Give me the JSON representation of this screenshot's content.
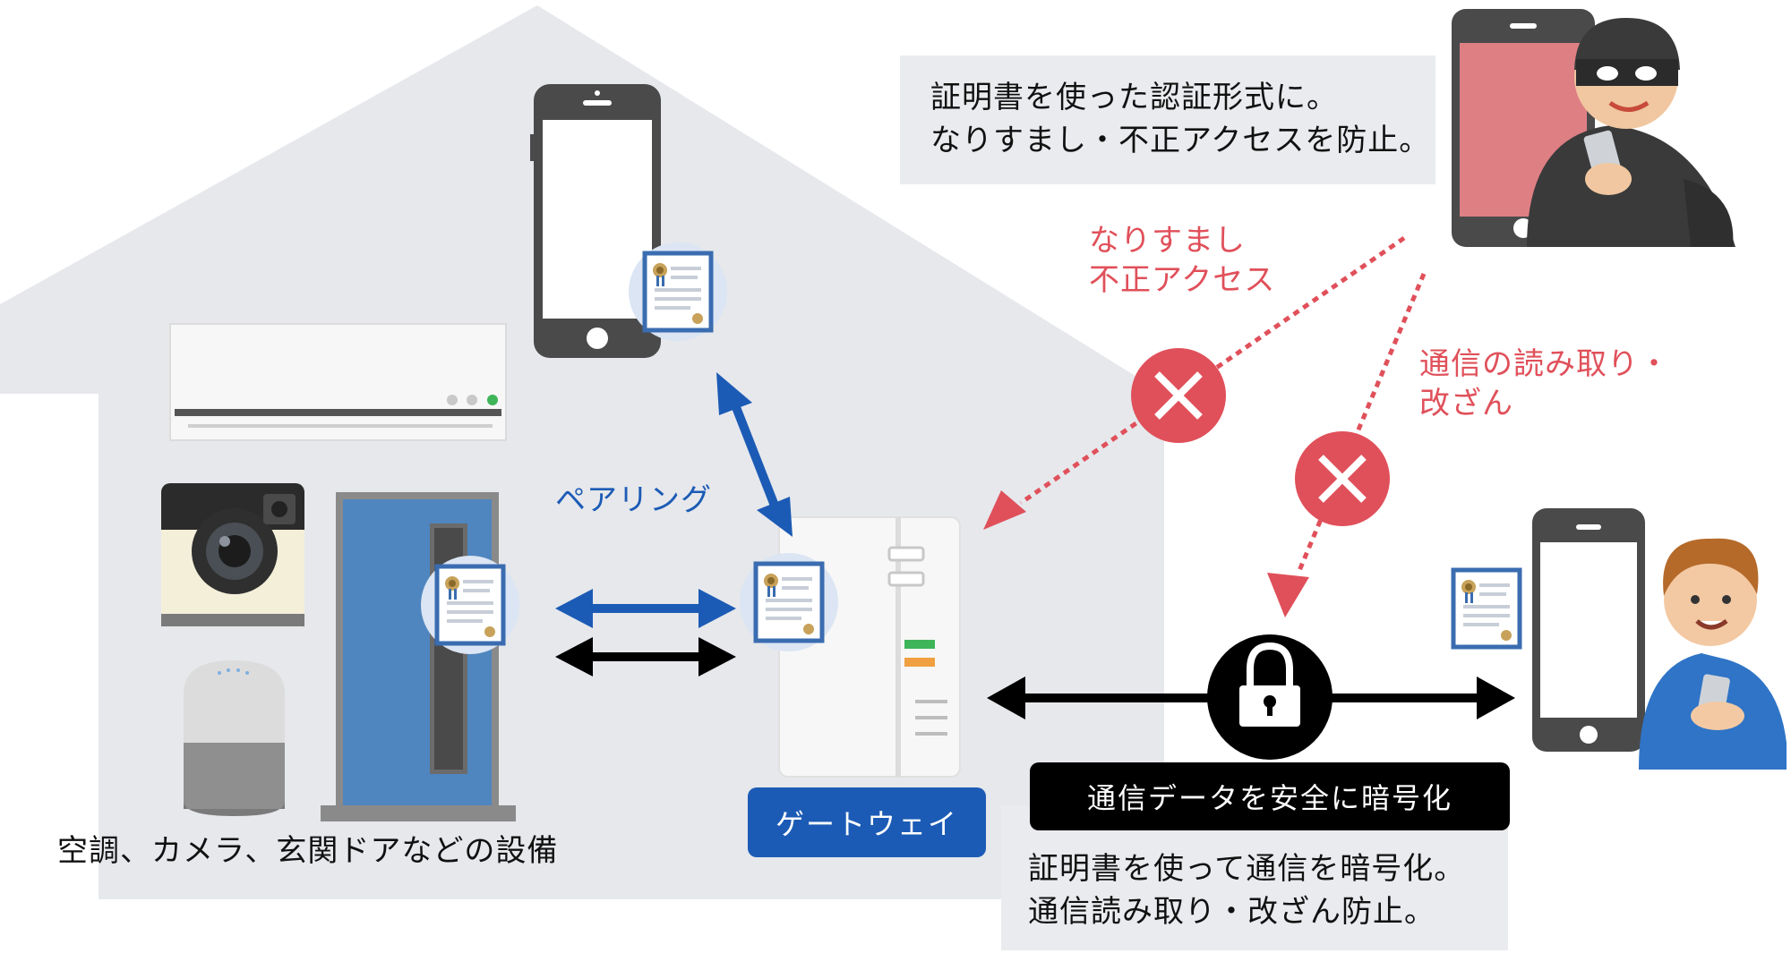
{
  "texts": {
    "notice_top_line1": "証明書を使った認証形式に。",
    "notice_top_line2": "なりすまし・不正アクセスを防止。",
    "threat_spoof_line1": "なりすまし",
    "threat_spoof_line2": "不正アクセス",
    "threat_intercept_line1": "通信の読み取り・",
    "threat_intercept_line2": "改ざん",
    "pairing": "ペアリング",
    "gateway": "ゲートウェイ",
    "encrypt_label": "通信データを安全に暗号化",
    "notice_bottom_line1": "証明書を使って通信を暗号化。",
    "notice_bottom_line2": "通信読み取り・改ざん防止。",
    "devices_caption": "空調、カメラ、玄関ドアなどの設備"
  },
  "colors": {
    "house": "#e6e8ec",
    "accent_blue": "#1c5bb5",
    "alert_red": "#e0505a",
    "black": "#000000",
    "note_bg": "#e9ebee"
  },
  "icons": [
    "house",
    "smartphone",
    "certificate-icon",
    "air-conditioner",
    "camera",
    "smart-speaker",
    "front-door",
    "gateway-device",
    "thief",
    "user",
    "lock-icon",
    "cross-icon"
  ]
}
